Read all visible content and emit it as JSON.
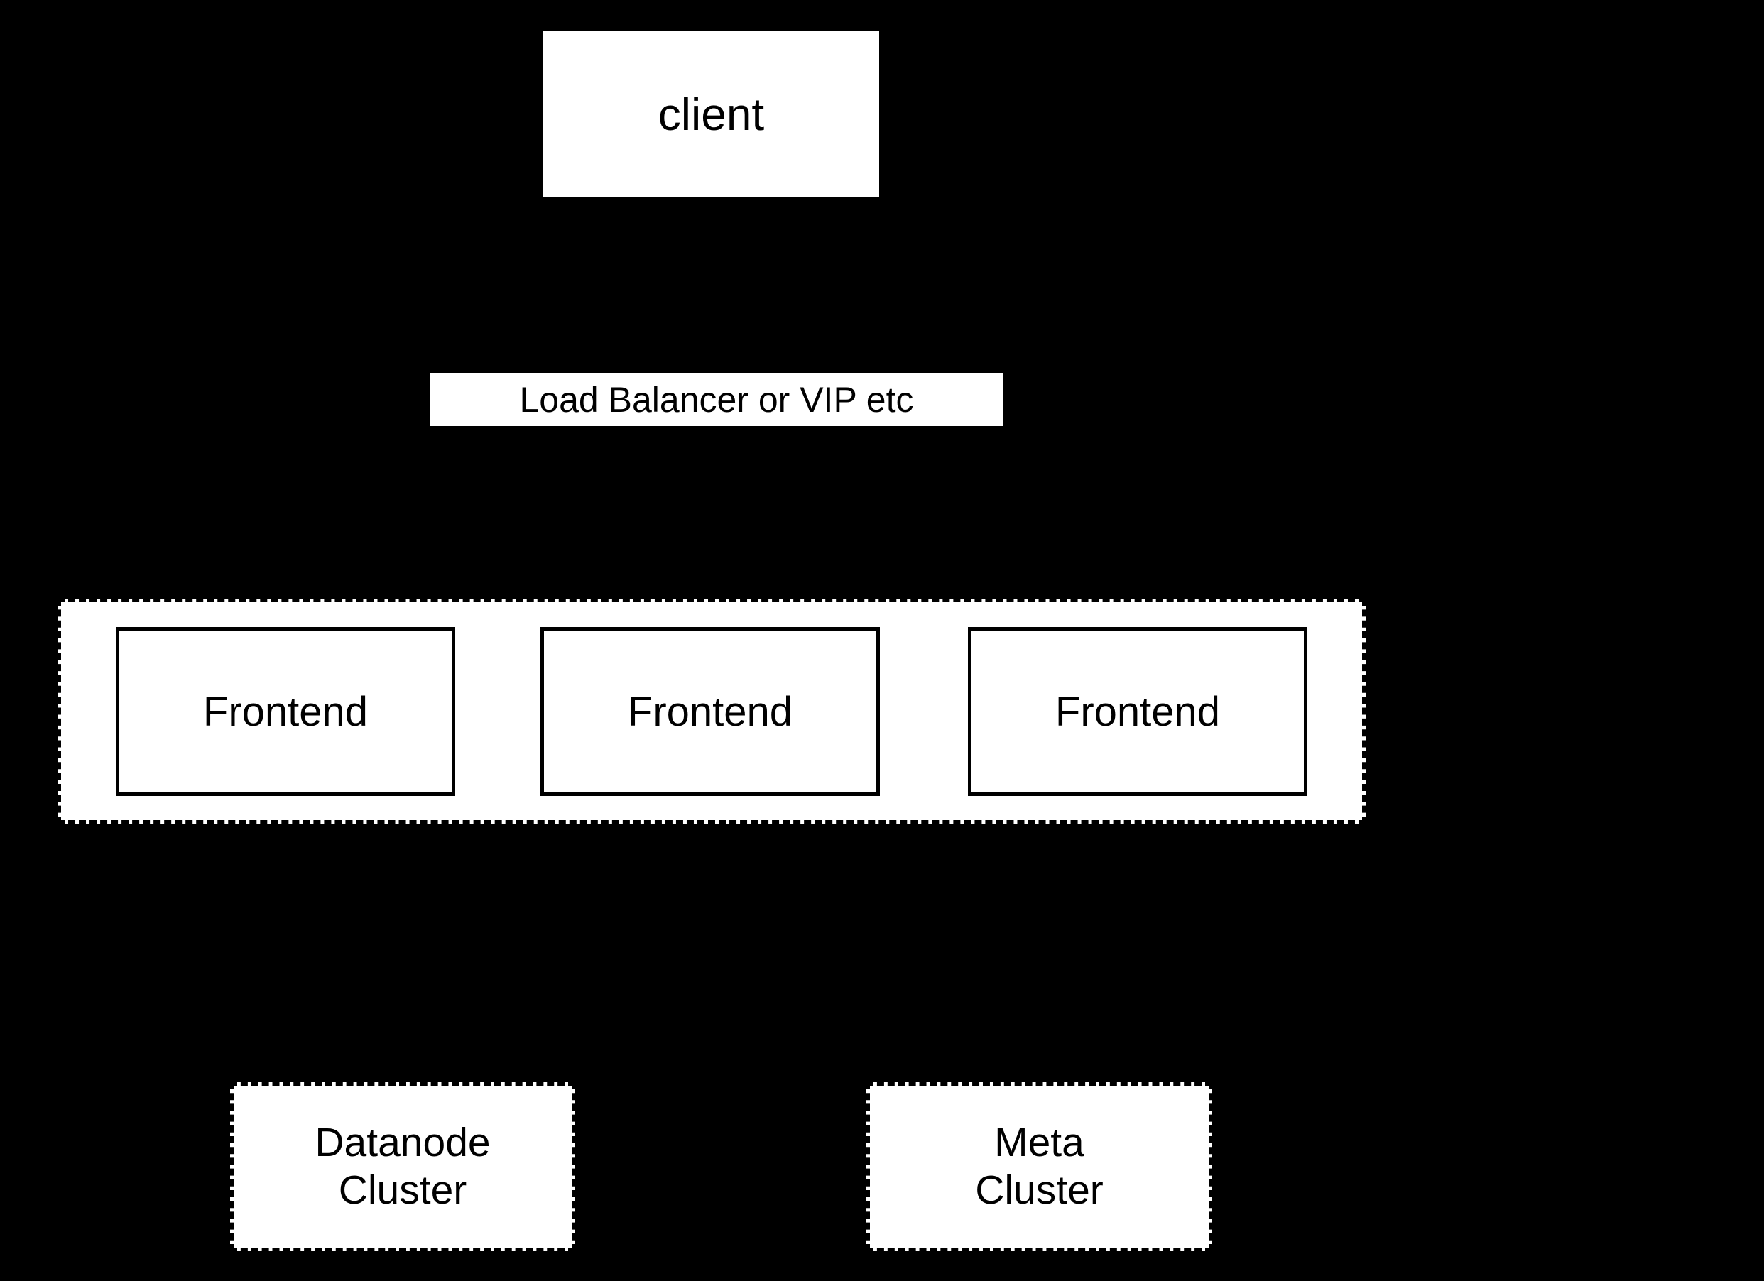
{
  "diagram": {
    "colors": {
      "background": "#000000",
      "node_fill": "#ffffff",
      "line": "#000000",
      "text": "#000000"
    },
    "nodes": {
      "client": {
        "label": "client"
      },
      "load_balancer": {
        "label": "Load Balancer or VIP etc"
      },
      "frontends": [
        {
          "label": "Frontend"
        },
        {
          "label": "Frontend"
        },
        {
          "label": "Frontend"
        }
      ],
      "datanode_cluster": {
        "label": "Datanode\nCluster"
      },
      "meta_cluster": {
        "label": "Meta\nCluster"
      }
    }
  }
}
